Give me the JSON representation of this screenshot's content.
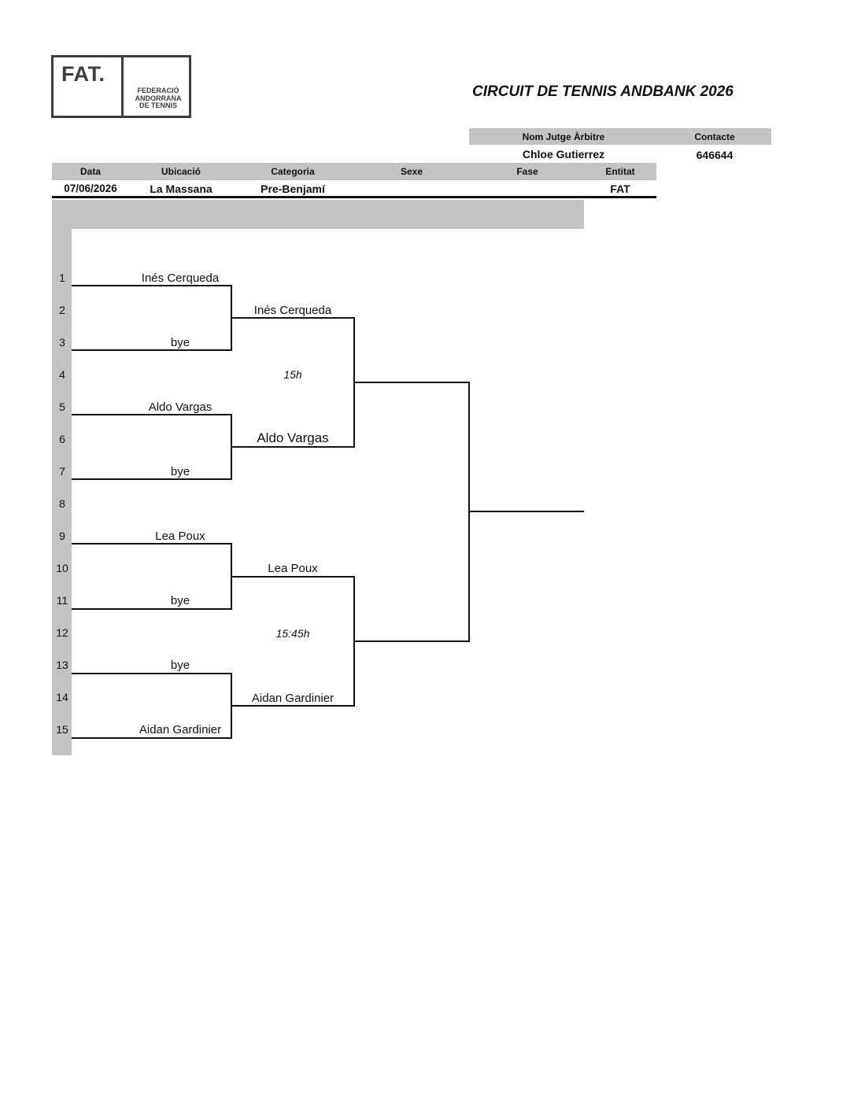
{
  "logo": {
    "mark": "FAT.",
    "lines": [
      "FEDERACIÓ",
      "ANDORRANA",
      "DE TENNIS"
    ]
  },
  "title": "CIRCUIT DE TENNIS ANDBANK 2026",
  "referee": {
    "name_label": "Nom Jutge Àrbitre",
    "contact_label": "Contacte",
    "name": "Chloe Gutierrez",
    "contact": "646644"
  },
  "info": {
    "headers": {
      "data": "Data",
      "ubicacio": "Ubicació",
      "categoria": "Categoria",
      "sexe": "Sexe",
      "fase": "Fase",
      "entitat": "Entitat"
    },
    "values": {
      "data": "07/06/2026",
      "ubicacio": "La Massana",
      "categoria": "Pre-Benjamí",
      "sexe": "",
      "fase": "",
      "entitat": "FAT"
    }
  },
  "bracket": {
    "row_numbers": [
      "1",
      "2",
      "3",
      "4",
      "5",
      "6",
      "7",
      "8",
      "9",
      "10",
      "11",
      "12",
      "13",
      "14",
      "15"
    ],
    "round1": [
      "Inés Cerqueda",
      "bye",
      "Aldo Vargas",
      "bye",
      "Lea Poux",
      "bye",
      "bye",
      "Aidan Gardinier"
    ],
    "round2": [
      "Inés Cerqueda",
      "Aldo Vargas",
      "Lea Poux",
      "Aidan Gardinier"
    ],
    "times": [
      "15h",
      "15:45h"
    ]
  }
}
